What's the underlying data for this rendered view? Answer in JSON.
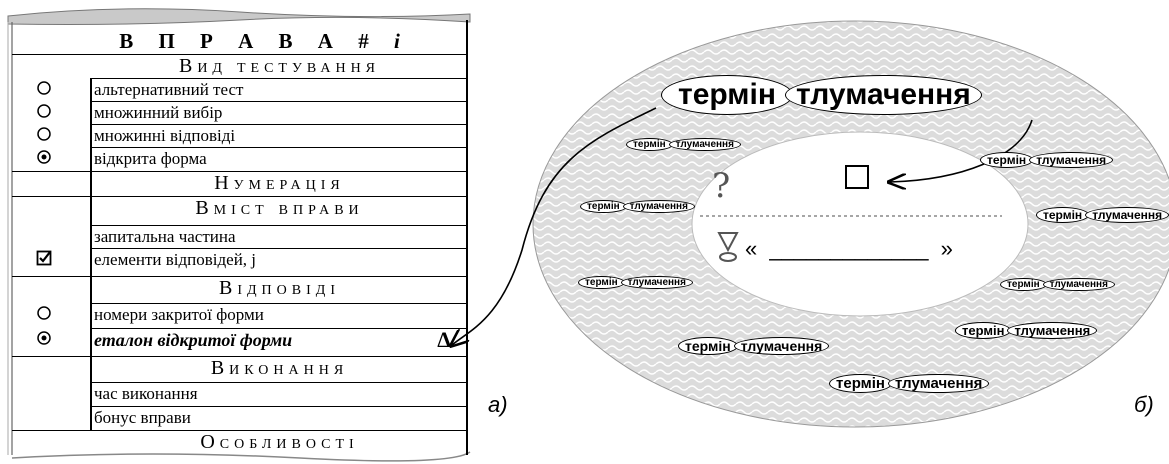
{
  "form": {
    "title_main": "В П Р А В А #",
    "title_var": "i",
    "sections": {
      "test_type": "Вид тестування",
      "numbering": "Нумерація",
      "content": "Вміст вправи",
      "answers": "Відповіді",
      "execution": "Виконання",
      "features": "Особливості"
    },
    "test_types": [
      "альтернативний тест",
      "множинний вибір",
      "множинні відповіді",
      "відкрита форма"
    ],
    "content_items": [
      "запитальна частина",
      "елементи відповідей, j"
    ],
    "answer_items": [
      "номери закритої форми",
      "еталон відкритої форми"
    ],
    "execution_items": [
      "час виконання",
      "бонус вправи"
    ],
    "triangle_glyph": "Δ"
  },
  "captions": {
    "a": "а)",
    "b": "б)"
  },
  "ring": {
    "term": "термін",
    "explanation": "тлумачення",
    "question_glyph": "?",
    "answer_open": "«",
    "answer_close": "»",
    "answer_blank": "_____________"
  }
}
